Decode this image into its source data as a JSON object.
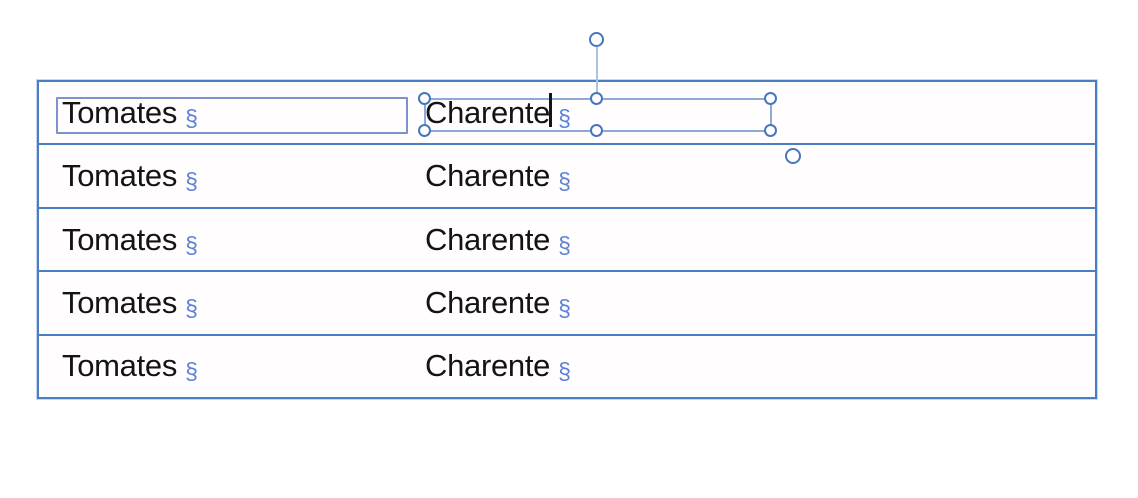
{
  "document": {
    "background_color": "#ffffff",
    "text_color": "#141414"
  },
  "table": {
    "border_color": "#4a7ec0",
    "formatting_mark": "§",
    "formatting_mark_color": "#5b80d6",
    "rows": [
      {
        "product": "Tomates",
        "region": "Charente"
      },
      {
        "product": "Tomates",
        "region": "Charente"
      },
      {
        "product": "Tomates",
        "region": "Charente"
      },
      {
        "product": "Tomates",
        "region": "Charente"
      },
      {
        "product": "Tomates",
        "region": "Charente"
      }
    ]
  },
  "selection": {
    "edited_text": "Charente",
    "caret_visible": true,
    "handle_color": "#4577ba",
    "selected_frame_color": "#8ea9d9",
    "product_frame_color": "#7b93cf"
  }
}
